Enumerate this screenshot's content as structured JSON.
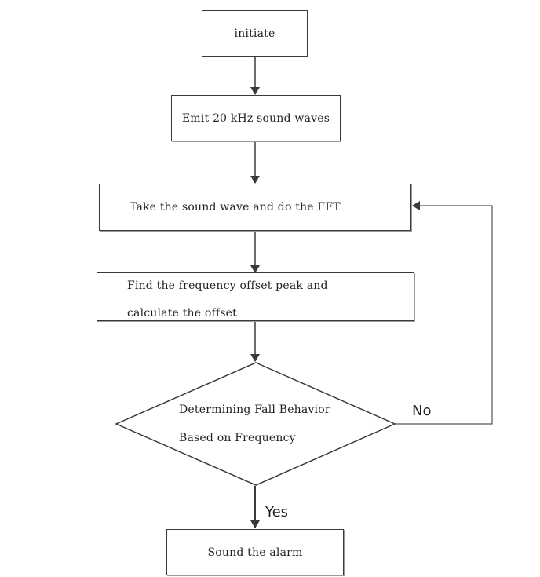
{
  "nodes": {
    "start": "initiate",
    "emit": "Emit 20 kHz sound waves",
    "fft": "Take the sound wave and do the FFT",
    "peak": {
      "line1": "Find the frequency offset peak and",
      "line2": "calculate the offset"
    },
    "decision": {
      "line1": "Determining Fall Behavior",
      "line2": "Based on Frequency"
    },
    "alarm": "Sound the alarm"
  },
  "edges": {
    "no_label": "No",
    "yes_label": "Yes"
  },
  "colors": {
    "stroke": "#3a3a3a",
    "loop_line": "#555555",
    "text": "#222222"
  }
}
